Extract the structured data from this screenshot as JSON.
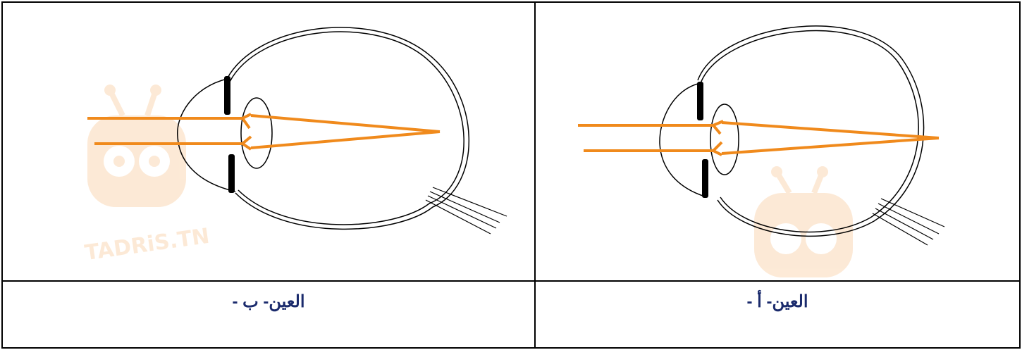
{
  "panels": {
    "left": {
      "caption": "العين- ب -"
    },
    "right": {
      "caption": "العين- أ -"
    }
  },
  "colors": {
    "ray": "#f08a1c",
    "outline": "#000000",
    "caption": "#1a2a6c",
    "watermark": "#f5b870"
  },
  "watermark": {
    "text": "TADRiS.TN"
  }
}
